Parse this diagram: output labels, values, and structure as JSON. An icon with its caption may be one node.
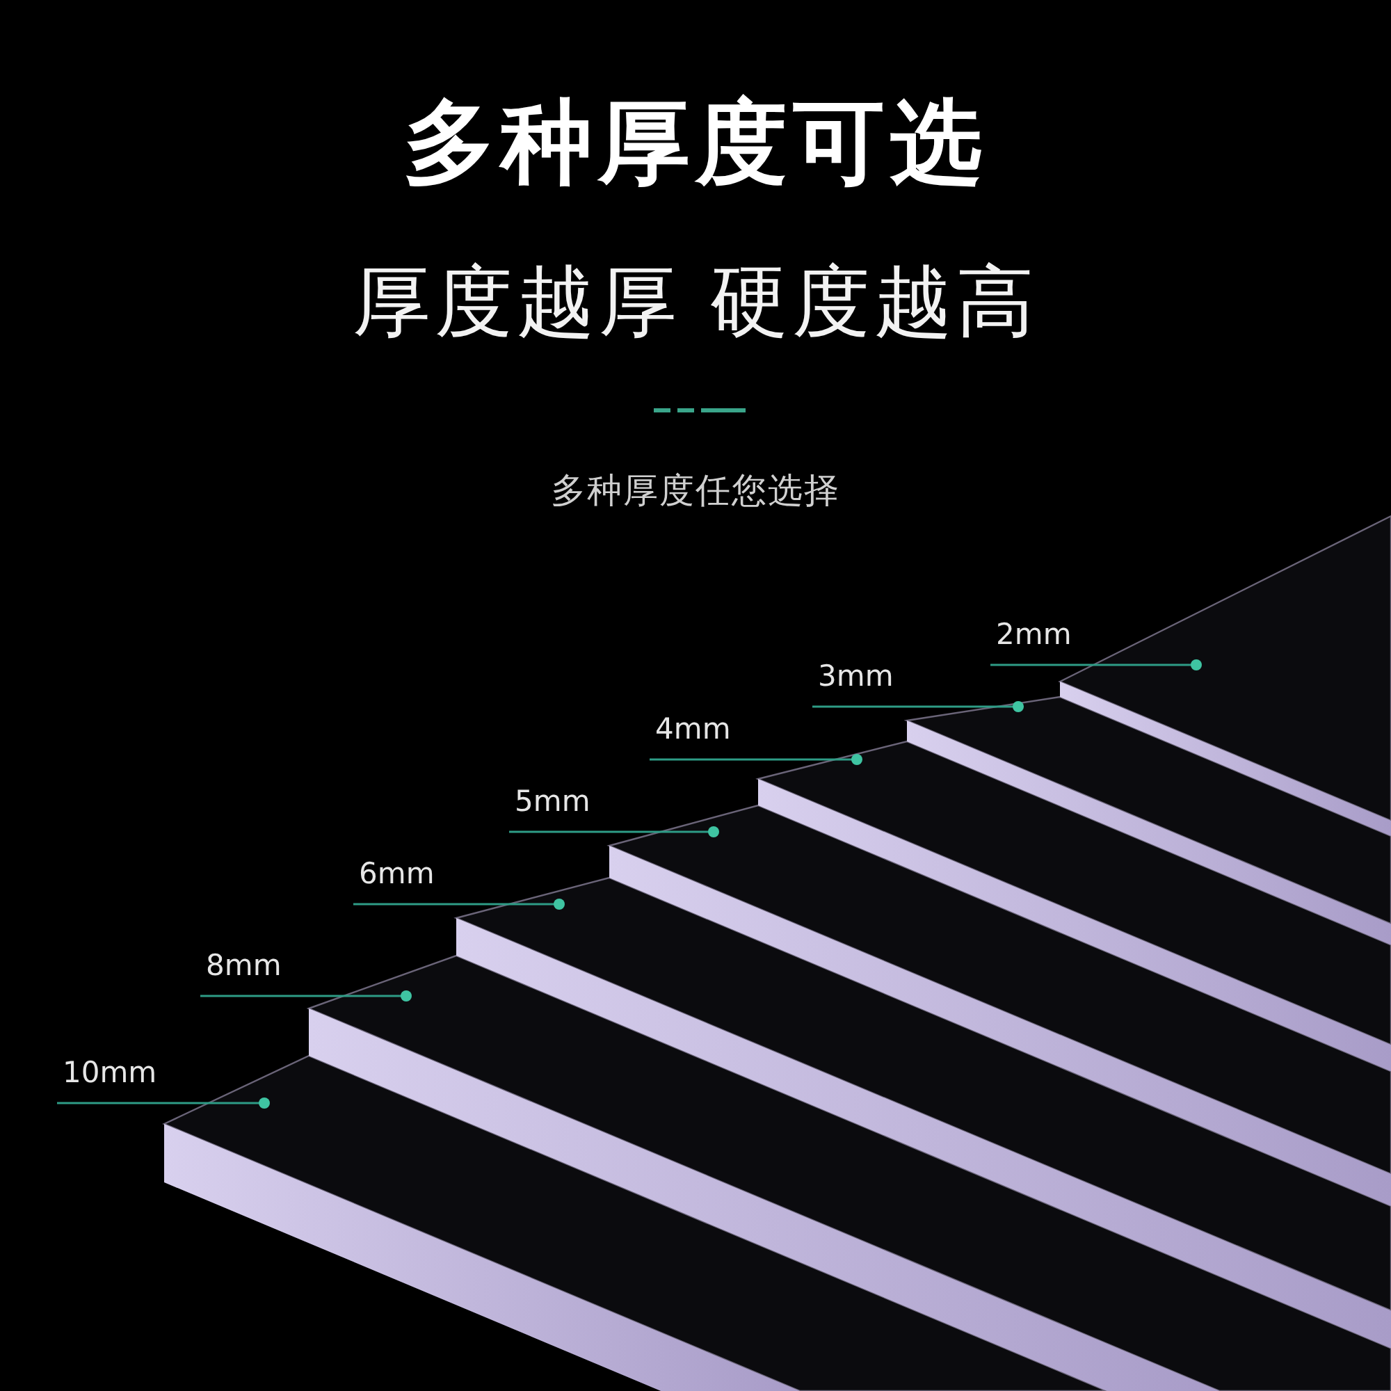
{
  "diagram": {
    "title": "多种厚度可选",
    "nodes": [
      {
        "text": [
          "2mm"
        ]
      },
      {
        "text": [
          "3mm"
        ]
      },
      {
        "text": [
          "4mm"
        ]
      },
      {
        "text": [
          "5mm"
        ]
      },
      {
        "text": [
          "6mm"
        ]
      },
      {
        "text": [
          "8mm"
        ]
      },
      {
        "text": [
          "10mm"
        ]
      },
      {
        "text": [],
        "shape": "picture"
      },
      {
        "text": [],
        "shape": "picture"
      },
      {
        "text": [],
        "shape": "picture"
      },
      {
        "text": [],
        "shape": "picture"
      },
      {
        "text": [],
        "shape": "picture"
      },
      {
        "text": [],
        "shape": "picture"
      },
      {
        "text": [],
        "shape": "picture"
      }
    ],
    "edges": [
      {
        "from": 0,
        "to": 13,
        "arrow": "other"
      },
      {
        "from": 1,
        "to": 12,
        "arrow": "other"
      },
      {
        "from": 2,
        "to": 11,
        "arrow": "other"
      },
      {
        "from": 3,
        "to": 10,
        "arrow": "other"
      },
      {
        "from": 4,
        "to": 9,
        "arrow": "other"
      },
      {
        "from": 5,
        "to": 8,
        "arrow": "other"
      },
      {
        "from": 6,
        "to": 7,
        "arrow": "other"
      }
    ],
    "labels": [
      "厚度越厚 硬度越高",
      "多种厚度任您选择"
    ]
  }
}
